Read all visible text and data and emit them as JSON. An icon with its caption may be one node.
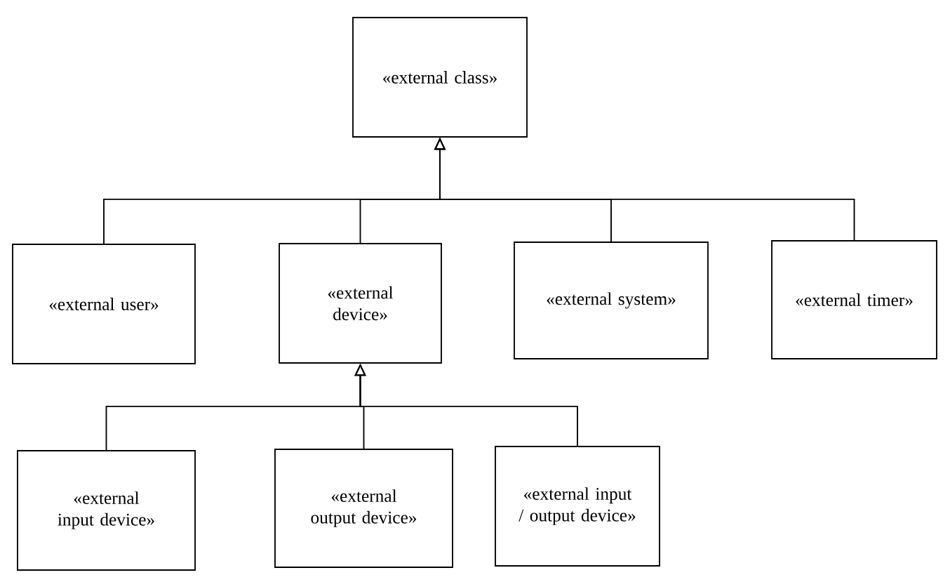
{
  "diagram": {
    "nodes": [
      {
        "text": [
          "«external class»"
        ]
      },
      {
        "text": [
          "«external user»"
        ]
      },
      {
        "text": [
          "«external device»"
        ]
      },
      {
        "text": [
          "«external system»"
        ]
      },
      {
        "text": [
          "«external timer»"
        ]
      },
      {
        "text": [
          "«external input device»"
        ]
      },
      {
        "text": [
          "«external output device»"
        ]
      },
      {
        "text": [
          "«external input / output device»"
        ]
      }
    ],
    "edges": [
      {
        "from": 1,
        "to": 0,
        "arrow": "to"
      },
      {
        "from": 2,
        "to": 0,
        "arrow": "to"
      },
      {
        "from": 3,
        "to": 0,
        "arrow": "to"
      },
      {
        "from": 4,
        "to": 0,
        "arrow": "to"
      },
      {
        "from": 5,
        "to": 2,
        "arrow": "to"
      },
      {
        "from": 6,
        "to": 2,
        "arrow": "to"
      },
      {
        "from": 7,
        "to": 2,
        "arrow": "to"
      }
    ]
  }
}
